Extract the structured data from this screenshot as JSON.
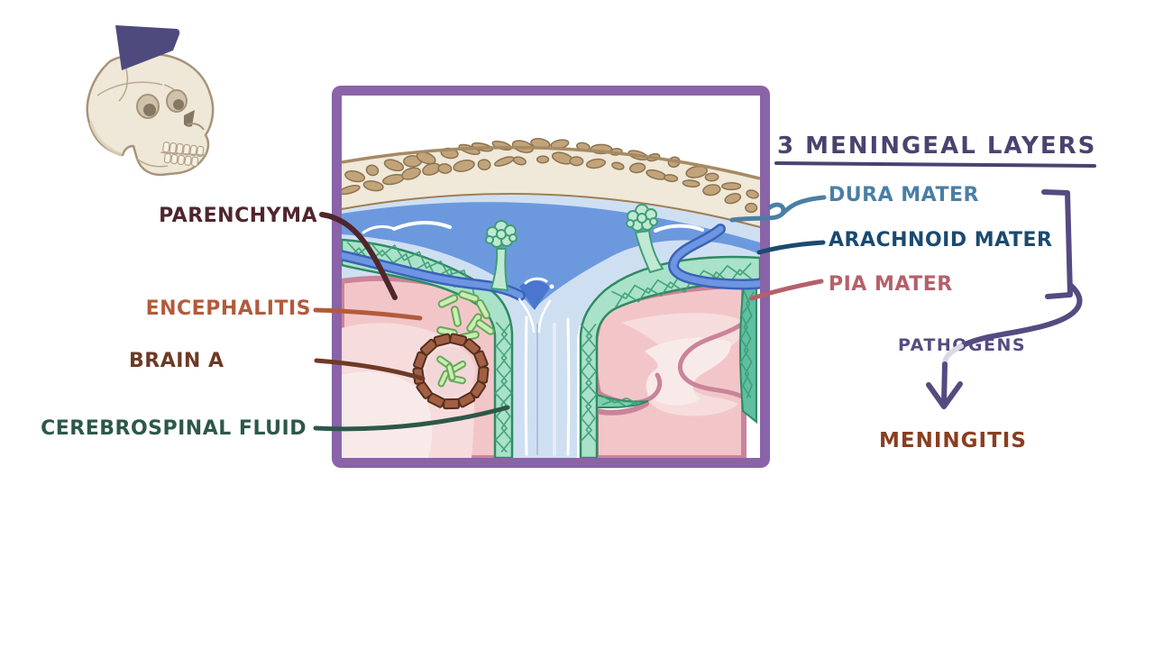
{
  "diagram": {
    "title": "3 MENINGEAL LAYERS",
    "title_color": "#4a4370",
    "left_labels": [
      {
        "id": "parenchyma",
        "text": "PARENCHYMA",
        "color": "#4f262c"
      },
      {
        "id": "encephalitis",
        "text": "ENCEPHALITIS",
        "color": "#b25b3c"
      },
      {
        "id": "brain-abscess-partial",
        "text": "BRAIN A",
        "color": "#6d3a26"
      },
      {
        "id": "cerebrospinal-fluid",
        "text": "CEREBROSPINAL FLUID",
        "color": "#2d5848"
      }
    ],
    "meningeal_layers": [
      {
        "label": "DURA MATER",
        "color": "#4a7fa5"
      },
      {
        "label": "ARACHNOID MATER",
        "color": "#1b4a70"
      },
      {
        "label": "PIA MATER",
        "color": "#b5606b"
      }
    ],
    "flow": {
      "pathogens": "PATHOGENS",
      "pathogens_color": "#564c80",
      "meningitis": "MENINGITIS",
      "meningitis_color": "#8a3e22"
    },
    "palette": {
      "panel_border": "#8a63a8",
      "skull_bone": "#efe7d7",
      "section_marker": "#4f4a7d",
      "cranial_bone": "#f0e8d8",
      "trabecular_bone": "#c2a47b",
      "venous_sinus_blue": "#6c99de",
      "csf_light_blue": "#cfdff2",
      "arachnoid_mesh_green": "#a9e2c8",
      "brain_pink": "#f2c6c9",
      "pia_rose": "#c9849a",
      "bacteria_green": "#c9edb2",
      "abscess_brick": "#a35f44"
    }
  }
}
